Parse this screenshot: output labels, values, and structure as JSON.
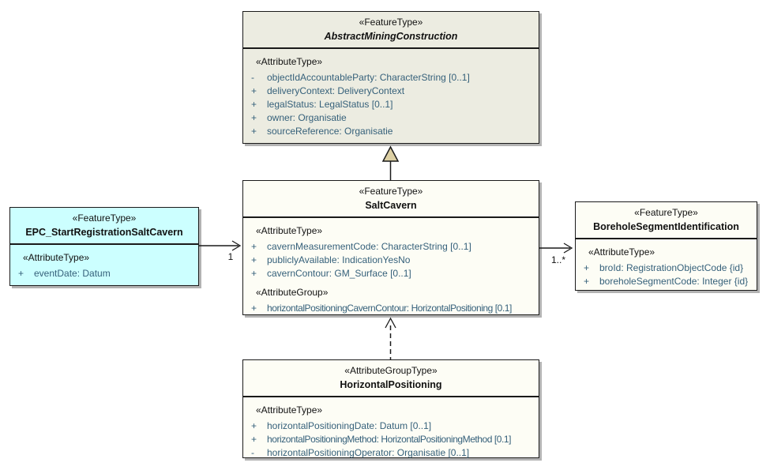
{
  "colors": {
    "abstract_fill": "#ecece1",
    "event_fill": "#ccffff",
    "class_fill": "#fdfdf5",
    "border": "#1a1a1a",
    "attribute_text": "#35607a",
    "generalization_triangle_fill": "#ddd0a4",
    "shadow": "#b3b3b3"
  },
  "boxes": {
    "abstract": {
      "stereotype": "«FeatureType»",
      "name": "AbstractMiningConstruction",
      "attr_header": "«AttributeType»",
      "attrs": [
        {
          "vis": "-",
          "text": "objectIdAccountableParty: CharacterString [0..1]"
        },
        {
          "vis": "+",
          "text": "deliveryContext: DeliveryContext"
        },
        {
          "vis": "+",
          "text": "legalStatus: LegalStatus [0..1]"
        },
        {
          "vis": "+",
          "text": "owner: Organisatie"
        },
        {
          "vis": "+",
          "text": "sourceReference: Organisatie"
        }
      ]
    },
    "saltcavern": {
      "stereotype": "«FeatureType»",
      "name": "SaltCavern",
      "attr_header": "«AttributeType»",
      "attrs": [
        {
          "vis": "+",
          "text": "cavernMeasurementCode: CharacterString [0..1]"
        },
        {
          "vis": "+",
          "text": "publiclyAvailable: IndicationYesNo"
        },
        {
          "vis": "+",
          "text": "cavernContour: GM_Surface [0..1]"
        }
      ],
      "group_header": "«AttributeGroup»",
      "group_attrs": [
        {
          "vis": "+",
          "text": "horizontalPositioningCavernContour: HorizontalPositioning [0.1]"
        }
      ]
    },
    "epc": {
      "stereotype": "«FeatureType»",
      "name": "EPC_StartRegistrationSaltCavern",
      "attr_header": "«AttributeType»",
      "attrs": [
        {
          "vis": "+",
          "text": "eventDate: Datum"
        }
      ]
    },
    "borehole": {
      "stereotype": "«FeatureType»",
      "name": "BoreholeSegmentIdentification",
      "attr_header": "«AttributeType»",
      "attrs": [
        {
          "vis": "+",
          "text": "broId: RegistrationObjectCode {id}"
        },
        {
          "vis": "+",
          "text": "boreholeSegmentCode: Integer {id}"
        }
      ]
    },
    "horizontal": {
      "stereotype": "«AttributeGroupType»",
      "name": "HorizontalPositioning",
      "attr_header": "«AttributeType»",
      "attrs": [
        {
          "vis": "+",
          "text": "horizontalPositioningDate: Datum [0..1]"
        },
        {
          "vis": "+",
          "text": "horizontalPositioningMethod: HorizontalPositioningMethod [0.1]"
        },
        {
          "vis": "-",
          "text": "horizontalPositioningOperator: Organisatie [0..1]"
        }
      ]
    }
  },
  "connectors": {
    "epc_multiplicity": "1",
    "borehole_multiplicity": "1..*"
  }
}
